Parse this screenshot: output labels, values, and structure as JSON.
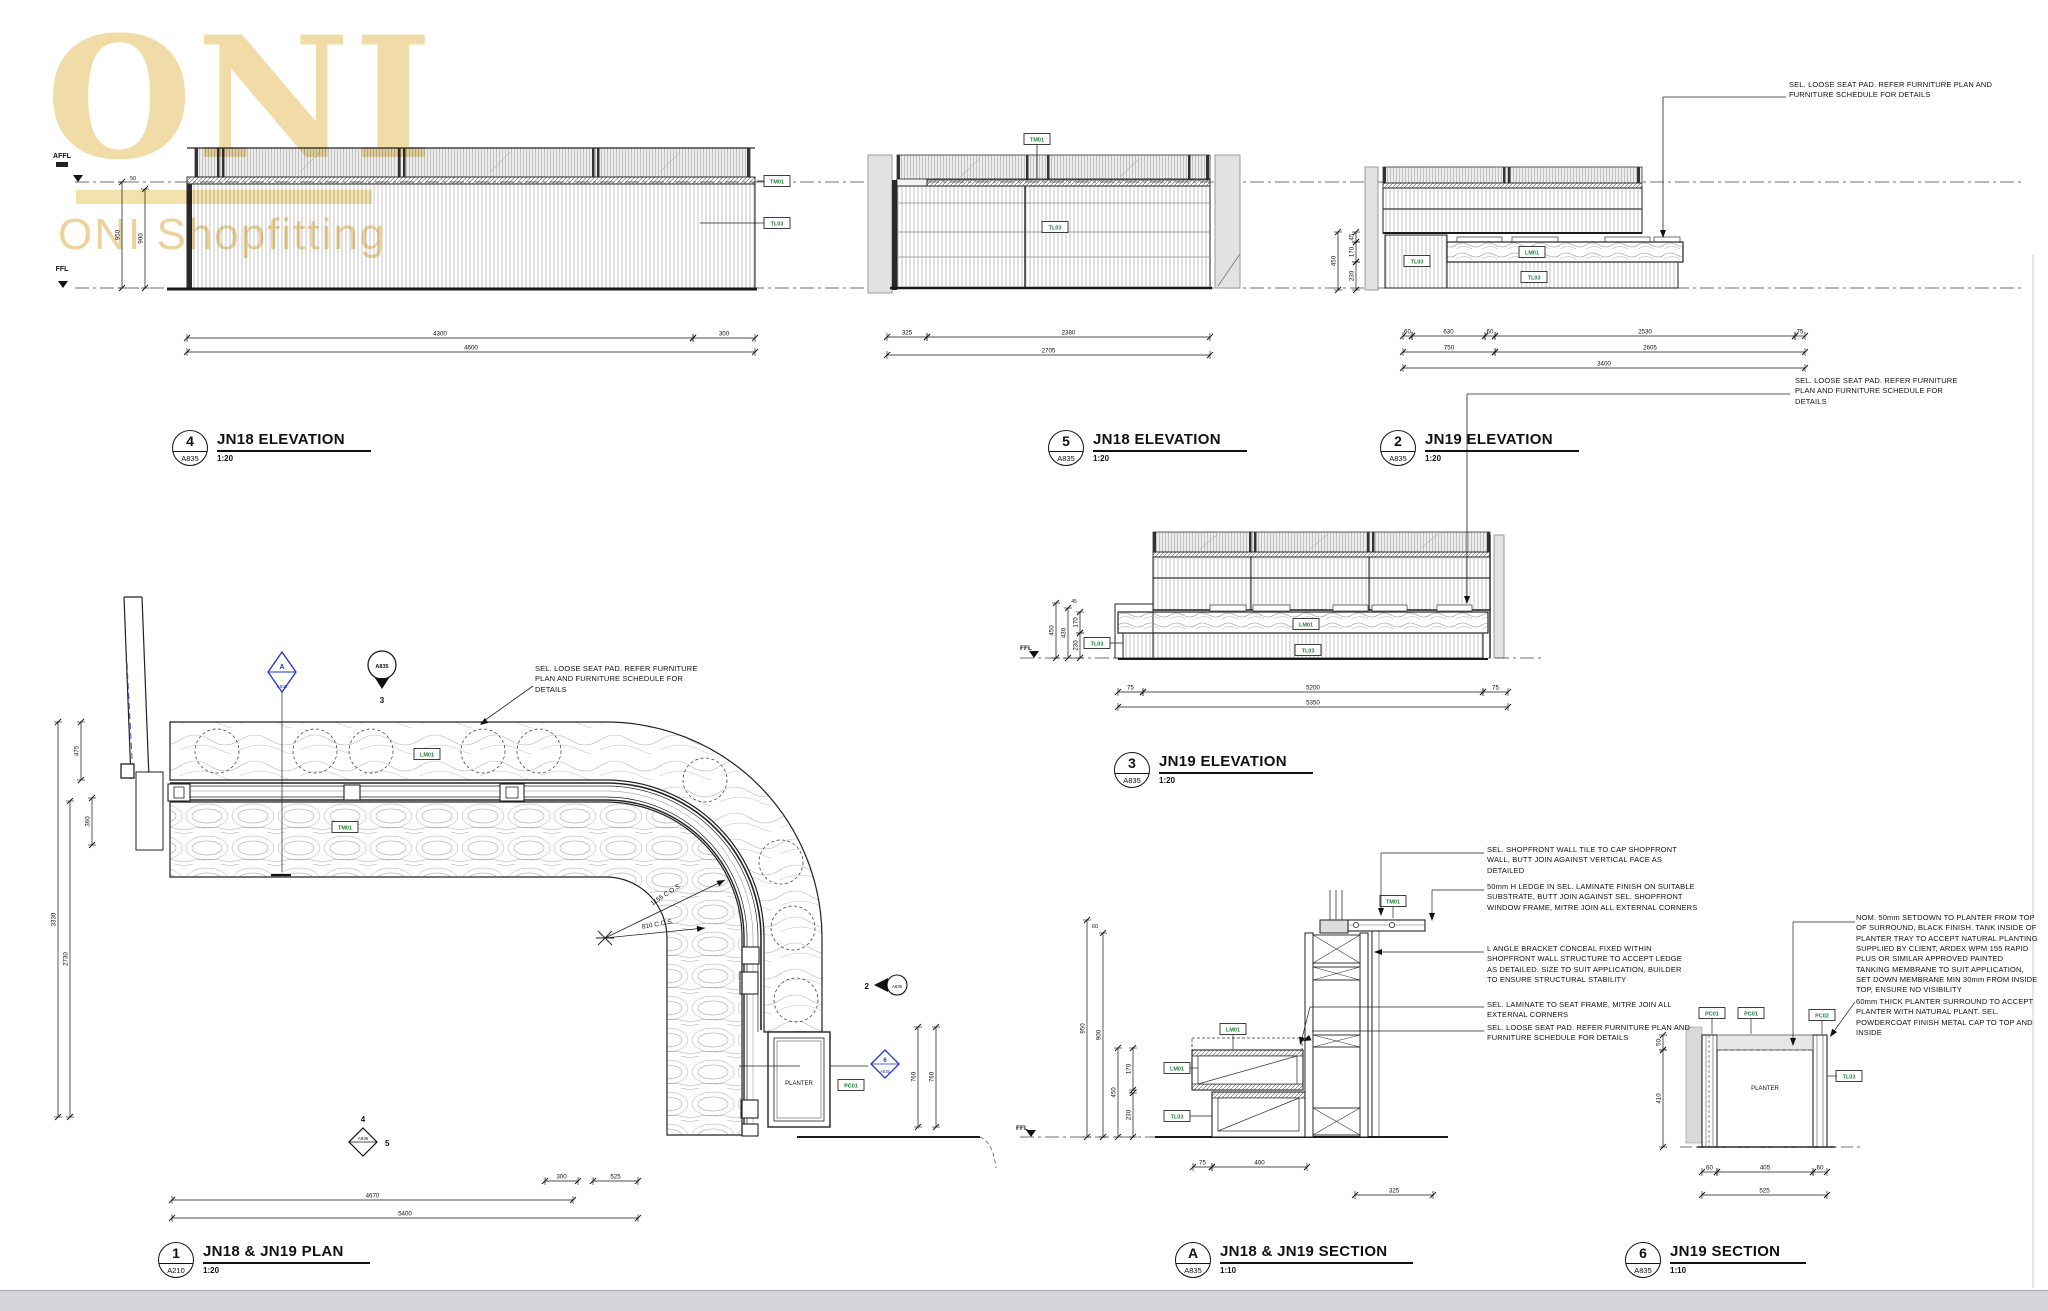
{
  "watermark": {
    "logo": "ONI",
    "subtitle": "ONI Shopfitting"
  },
  "levels": {
    "affl": "AFFL",
    "ffl": "FFL"
  },
  "labels": {
    "planter": "PLANTER"
  },
  "plan_labels": {
    "radial_outer": "1155 C.O.S.",
    "radial_inner": "810 C.O.S."
  },
  "tags": {
    "timber": "TM01",
    "tile": "TL03",
    "laminate": "LM01",
    "powdercoat1": "PC01",
    "powdercoat2": "PC02"
  },
  "annotations": {
    "seat_pad": "SEL. LOOSE SEAT PAD. REFER FURNITURE PLAN AND FURNITURE SCHEDULE FOR DETAILS",
    "wall_tile": "SEL. SHOPFRONT WALL TILE TO CAP SHOPFRONT WALL, BUTT JOIN AGAINST VERTICAL FACE AS DETAILED",
    "ledge": "50mm H LEDGE IN SEL. LAMINATE FINISH ON SUITABLE SUBSTRATE, BUTT JOIN AGAINST SEL. SHOPFRONT WINDOW FRAME, MITRE JOIN ALL EXTERNAL CORNERS",
    "bracket": "L ANGLE BRACKET CONCEAL FIXED WITHIN SHOPFRONT WALL STRUCTURE TO ACCEPT LEDGE AS DETAILED. SIZE TO SUIT APPLICATION, BUILDER TO ENSURE STRUCTURAL STABILITY",
    "laminate_seat": "SEL. LAMINATE TO SEAT FRAME, MITRE JOIN ALL EXTERNAL CORNERS",
    "planter_setdown": "NOM. 50mm SETDOWN TO PLANTER FROM TOP OF SURROUND, BLACK FINISH. TANK INSIDE OF PLANTER TRAY TO ACCEPT NATURAL PLANTING SUPPLIED BY CLIENT, ARDEX WPM 155 RAPID PLUS OR SIMILAR APPROVED PAINTED TANKING MEMBRANE TO SUIT APPLICATION, SET DOWN MEMBRANE MIN 30mm FROM INSIDE TOP, ENSURE NO VISIBILITY",
    "planter_surround": "60mm THICK PLANTER SURROUND TO ACCEPT PLANTER WITH NATURAL PLANT. SEL. POWDERCOAT FINISH METAL CAP TO TOP AND INSIDE"
  },
  "titles": {
    "elev4": {
      "num": "4",
      "sheet": "A835",
      "name": "JN18 ELEVATION",
      "scale": "1:20"
    },
    "elev5": {
      "num": "5",
      "sheet": "A835",
      "name": "JN18 ELEVATION",
      "scale": "1:20"
    },
    "elev2": {
      "num": "2",
      "sheet": "A835",
      "name": "JN19 ELEVATION",
      "scale": "1:20"
    },
    "elev3": {
      "num": "3",
      "sheet": "A835",
      "name": "JN19 ELEVATION",
      "scale": "1:20"
    },
    "plan1": {
      "num": "1",
      "sheet": "A210",
      "name": "JN18 & JN19 PLAN",
      "scale": "1:20"
    },
    "secA": {
      "num": "A",
      "sheet": "A835",
      "name": "JN18 & JN19 SECTION",
      "scale": "1:10"
    },
    "sec6": {
      "num": "6",
      "sheet": "A835",
      "name": "JN19 SECTION",
      "scale": "1:10"
    }
  },
  "markers": {
    "section_a": {
      "num": "A",
      "sheet": "A835"
    },
    "elev3_balloon": {
      "num": "3",
      "sheet": "A835"
    },
    "elev2_pointer": {
      "num": "2",
      "sheet": "A835"
    },
    "sec6_diamond": {
      "num": "6",
      "sheet": "A835"
    },
    "elev45_diamond": {
      "sheet": "A835",
      "above": "4",
      "beside": "5"
    }
  },
  "dims": {
    "elev4": {
      "h1": "950",
      "h2": "900",
      "h3": "50",
      "b1": "4300",
      "b2": "300",
      "b3": "4600"
    },
    "elev5": {
      "b1": "325",
      "b2": "2380",
      "b3": "2705"
    },
    "elev2": {
      "l1": "450",
      "l2": "45",
      "l3": "170",
      "l4": "230",
      "r1a": "60",
      "r1b": "630",
      "r1c": "60",
      "r1d": "2530",
      "r1e": "75",
      "r2a": "750",
      "r2b": "2605",
      "r3": "3400"
    },
    "elev3": {
      "l0": "45",
      "l1": "450",
      "l2": "430",
      "l3": "170",
      "l4": "230",
      "b1a": "75",
      "b1b": "5200",
      "b1c": "75",
      "b2": "5350"
    },
    "plan1": {
      "l1": "3330",
      "l2": "2730",
      "l3": "475",
      "l4": "360",
      "r1": "760",
      "r2": "760",
      "b1": "300",
      "b2": "525",
      "b3": "4670",
      "b4": "5400"
    },
    "secA": {
      "l1": "60",
      "l2": "950",
      "l3": "900",
      "l4": "450",
      "l5": "170",
      "l6": "230",
      "b1": "75",
      "b2": "400",
      "b3": "325"
    },
    "sec6": {
      "l1": "50",
      "l2": "410",
      "b1a": "60",
      "b1b": "405",
      "b1c": "60",
      "b2": "525"
    }
  }
}
